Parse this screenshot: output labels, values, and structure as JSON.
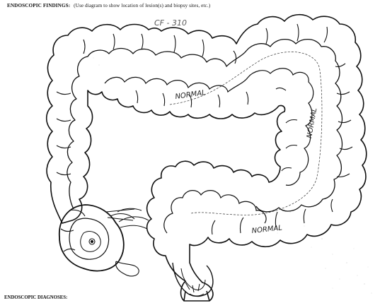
{
  "form": {
    "findings_label": "ENDOSCOPIC FINDINGS:",
    "findings_note": "(Use diagram to show location of lesion(s) and biopsy sites, etc.)",
    "diagnoses_label": "ENDOSCOPIC DIAGNOSES:"
  },
  "annotations": {
    "transverse": "NORMAL",
    "descending": "NORMAL",
    "sigmoid": "NORMAL",
    "top_scribble": "CF - 310"
  }
}
